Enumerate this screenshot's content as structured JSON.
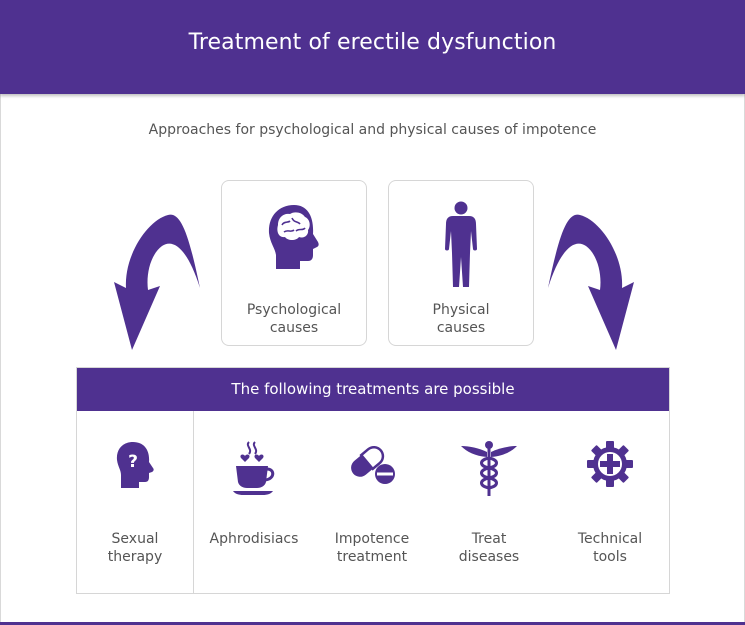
{
  "header": {
    "title": "Treatment of erectile dysfunction"
  },
  "subtitle": "Approaches for psychological and physical causes of impotence",
  "causes": [
    {
      "label_line1": "Psychological",
      "label_line2": "causes",
      "icon": "brain-head-icon"
    },
    {
      "label_line1": "Physical",
      "label_line2": "causes",
      "icon": "person-silhouette-icon"
    }
  ],
  "treatments": {
    "heading": "The following treatments are possible",
    "items": [
      {
        "label_line1": "Sexual",
        "label_line2": "therapy",
        "icon": "question-head-icon"
      },
      {
        "label_line1": "Aphrodisiacs",
        "label_line2": "",
        "icon": "steaming-cup-icon"
      },
      {
        "label_line1": "Impotence",
        "label_line2": "treatment",
        "icon": "pill-icon"
      },
      {
        "label_line1": "Treat",
        "label_line2": "diseases",
        "icon": "caduceus-icon"
      },
      {
        "label_line1": "Technical",
        "label_line2": "tools",
        "icon": "gear-cross-icon"
      }
    ]
  },
  "colors": {
    "accent": "#4f3190",
    "text": "#555555",
    "border": "#d6d6d6"
  }
}
